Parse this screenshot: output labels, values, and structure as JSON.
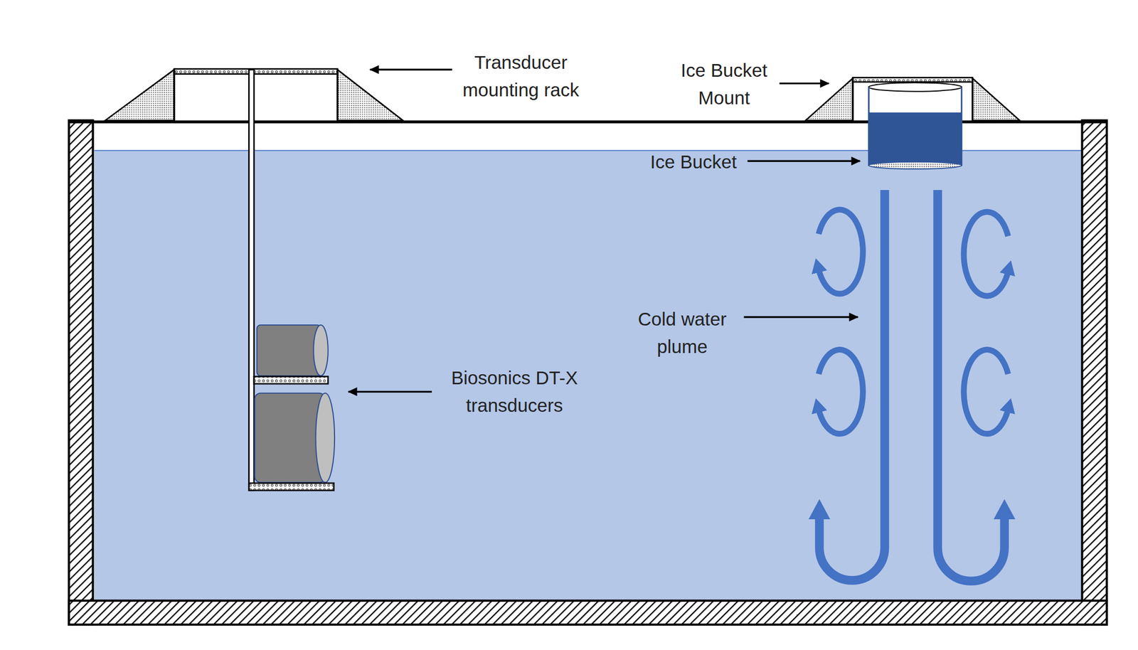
{
  "diagram": {
    "labels": [
      "Transducer mounting rack",
      "Ice Bucket Mount",
      "Ice Bucket",
      "Cold water plume",
      "Biosonics DT-X transducers"
    ]
  }
}
